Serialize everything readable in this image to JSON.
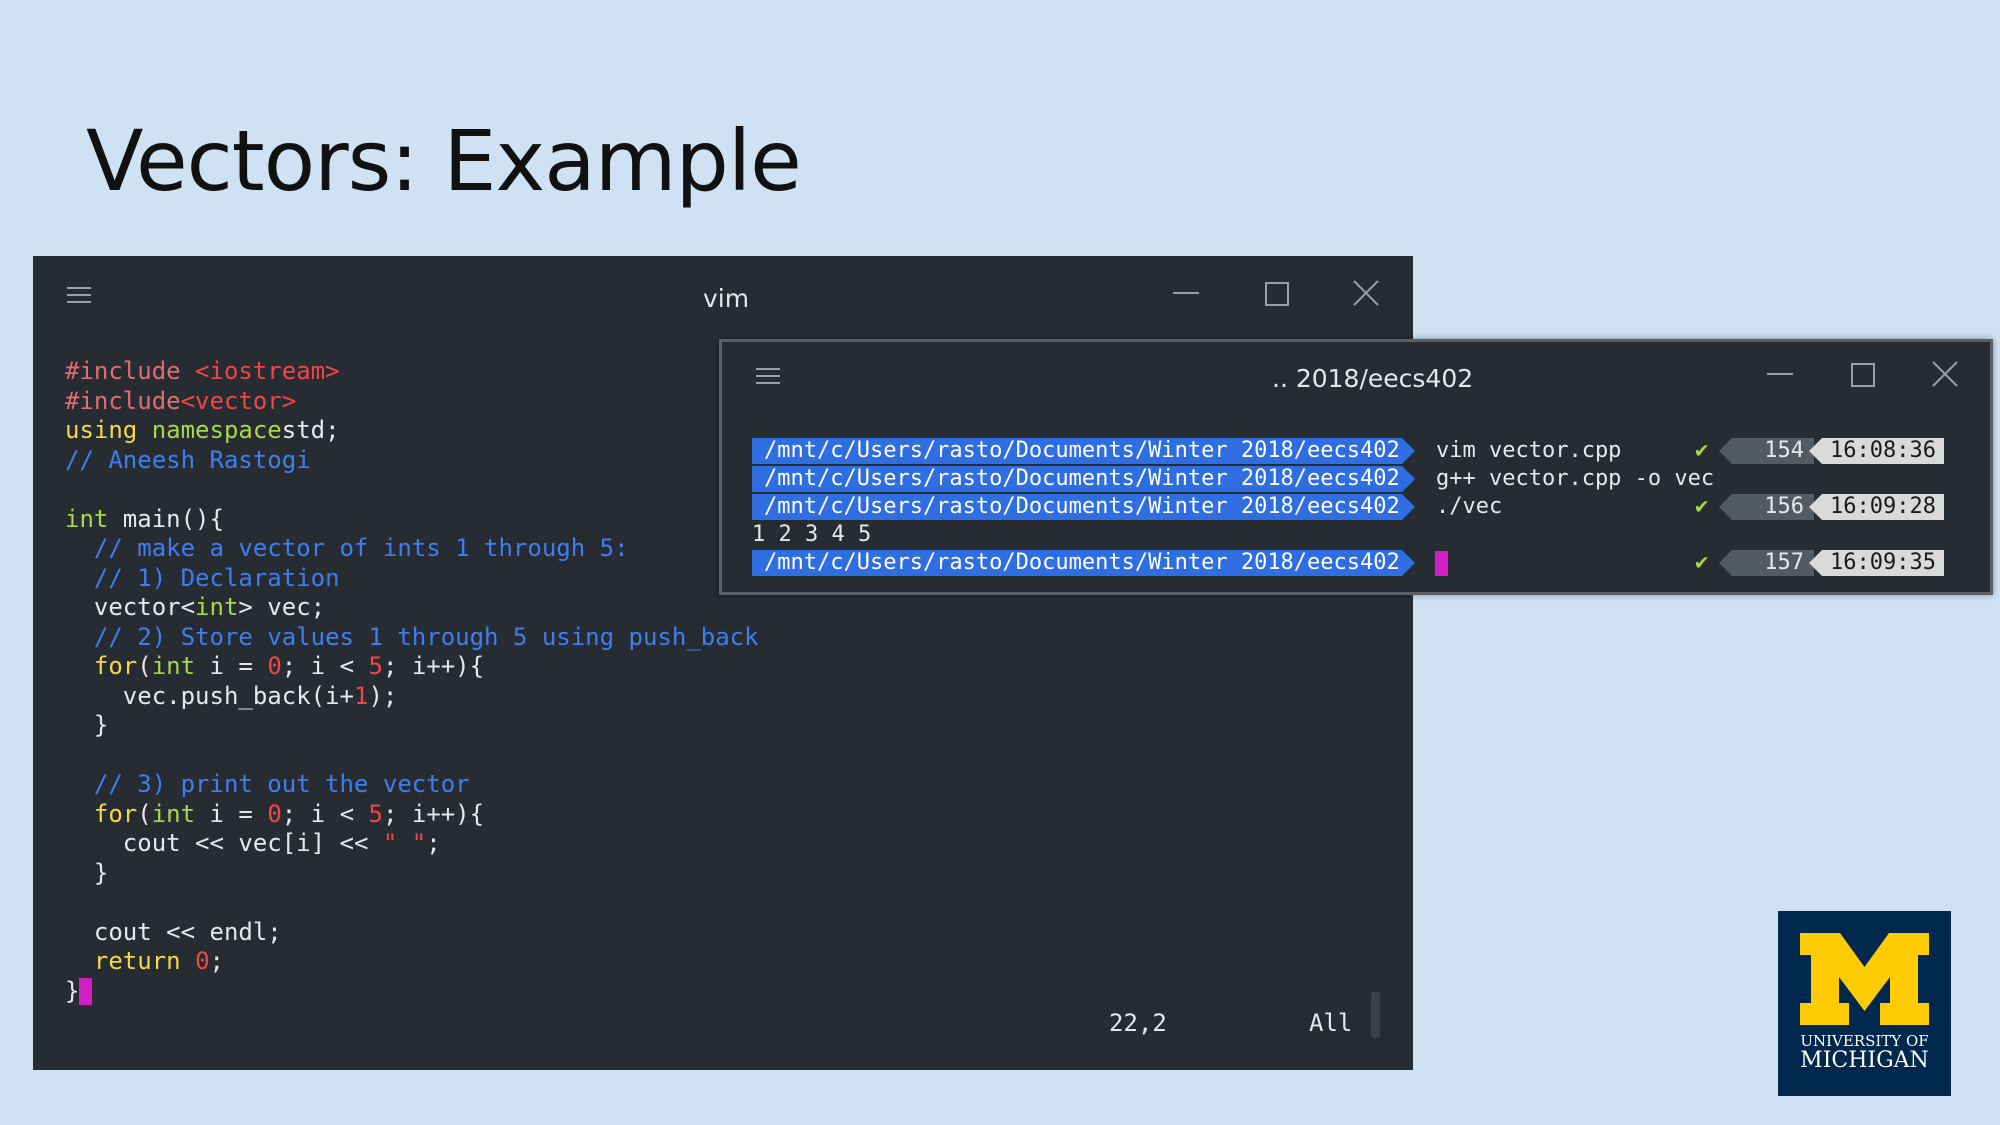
{
  "slide": {
    "title": "Vectors: Example"
  },
  "vim": {
    "title": "vim",
    "code_lines": [
      [
        [
          "pre",
          "#include "
        ],
        [
          "str",
          "<iostream>"
        ]
      ],
      [
        [
          "pre",
          "#include"
        ],
        [
          "str",
          "<vector>"
        ]
      ],
      [
        [
          "kw",
          "using "
        ],
        [
          "type",
          "namespace"
        ],
        [
          "",
          "std;"
        ]
      ],
      [
        [
          "cmt",
          "// Aneesh Rastogi"
        ]
      ],
      [],
      [
        [
          "type",
          "int"
        ],
        [
          "",
          " main(){"
        ]
      ],
      [
        [
          "",
          "  "
        ],
        [
          "cmt",
          "// make a vector of ints 1 through 5:"
        ]
      ],
      [
        [
          "",
          "  "
        ],
        [
          "cmt",
          "// 1) Declaration"
        ]
      ],
      [
        [
          "",
          "  vector<"
        ],
        [
          "type",
          "int"
        ],
        [
          "",
          "> vec;"
        ]
      ],
      [
        [
          "",
          "  "
        ],
        [
          "cmt",
          "// 2) Store values 1 through 5 using push_back"
        ]
      ],
      [
        [
          "",
          "  "
        ],
        [
          "kw",
          "for"
        ],
        [
          "",
          "("
        ],
        [
          "type",
          "int"
        ],
        [
          "",
          " i = "
        ],
        [
          "num",
          "0"
        ],
        [
          "",
          "; i < "
        ],
        [
          "num",
          "5"
        ],
        [
          "",
          "; i++){"
        ]
      ],
      [
        [
          "",
          "    vec.push_back(i+"
        ],
        [
          "num",
          "1"
        ],
        [
          "",
          ");"
        ]
      ],
      [
        [
          "",
          "  }"
        ]
      ],
      [],
      [
        [
          "",
          "  "
        ],
        [
          "cmt",
          "// 3) print out the vector"
        ]
      ],
      [
        [
          "",
          "  "
        ],
        [
          "kw",
          "for"
        ],
        [
          "",
          "("
        ],
        [
          "type",
          "int"
        ],
        [
          "",
          " i = "
        ],
        [
          "num",
          "0"
        ],
        [
          "",
          "; i < "
        ],
        [
          "num",
          "5"
        ],
        [
          "",
          "; i++){"
        ]
      ],
      [
        [
          "",
          "    cout << vec[i] << "
        ],
        [
          "str",
          "\" \""
        ],
        [
          "",
          ";"
        ]
      ],
      [
        [
          "",
          "  }"
        ]
      ],
      [],
      [
        [
          "",
          "  cout << endl;"
        ]
      ],
      [
        [
          "",
          "  "
        ],
        [
          "kw",
          "return "
        ],
        [
          "num",
          "0"
        ],
        [
          "",
          ";"
        ]
      ],
      [
        [
          "",
          "}"
        ],
        [
          "cursor",
          ""
        ]
      ]
    ],
    "status": {
      "position": "22,2",
      "scroll": "All"
    }
  },
  "terminal": {
    "title": ".. 2018/eecs402",
    "path": "/mnt/c/Users/rasto/Documents/Winter 2018/eecs402",
    "lines": [
      {
        "command": "vim vector.cpp",
        "status": "✔",
        "number": "154",
        "time": "16:08:36"
      },
      {
        "command": "g++ vector.cpp -o vec"
      },
      {
        "command": "./vec",
        "status": "✔",
        "number": "156",
        "time": "16:09:28"
      },
      {
        "output": "1 2 3 4 5"
      },
      {
        "command": "",
        "cursor": true,
        "status": "✔",
        "number": "157",
        "time": "16:09:35"
      }
    ]
  },
  "logo": {
    "line1": "UNIVERSITY OF",
    "line2": "MICHIGAN",
    "brand_blue": "#00274c",
    "brand_maize": "#ffcb05"
  }
}
